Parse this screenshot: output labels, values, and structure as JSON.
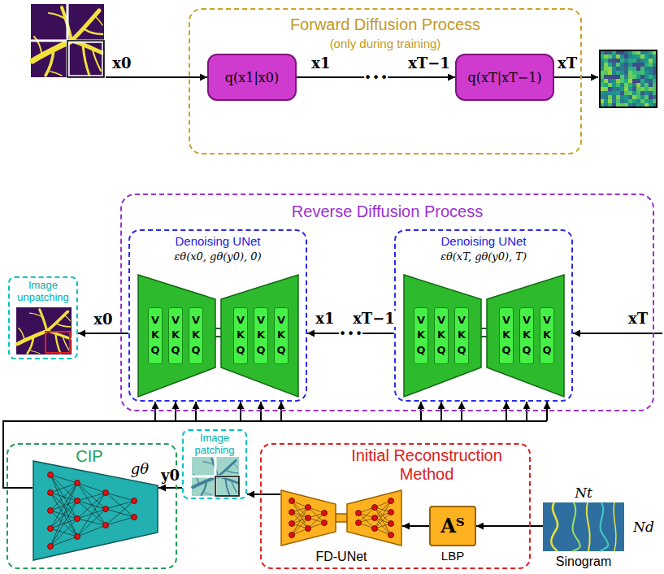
{
  "diagram": {
    "nodes": [
      {
        "text": [
          "Forward Diffusion Process",
          "(only during training)"
        ]
      },
      {
        "text": [
          "q(x1|x0)"
        ],
        "in": 0
      },
      {
        "text": [
          "q(xT|xT−1)"
        ],
        "in": 0
      },
      {
        "text": [
          "Reverse Diffusion Process"
        ]
      },
      {
        "text": [
          "Denoising UNet",
          "εθ(x0, gθ(y0), 0)"
        ],
        "in": 3
      },
      {
        "text": [
          "V K Q"
        ],
        "in": 4
      },
      {
        "text": [
          "V K Q"
        ],
        "in": 4
      },
      {
        "text": [
          "V K Q"
        ],
        "in": 4
      },
      {
        "text": [
          "V K Q"
        ],
        "in": 4
      },
      {
        "text": [
          "V K Q"
        ],
        "in": 4
      },
      {
        "text": [
          "V K Q"
        ],
        "in": 4
      },
      {
        "text": [
          "Denoising UNet",
          "εθ(xT, gθ(y0), T)"
        ],
        "in": 3
      },
      {
        "text": [
          "V K Q"
        ],
        "in": 11
      },
      {
        "text": [
          "V K Q"
        ],
        "in": 11
      },
      {
        "text": [
          "V K Q"
        ],
        "in": 11
      },
      {
        "text": [
          "V K Q"
        ],
        "in": 11
      },
      {
        "text": [
          "V K Q"
        ],
        "in": 11
      },
      {
        "text": [
          "V K Q"
        ],
        "in": 11
      },
      {
        "text": [
          "Image unpatching"
        ]
      },
      {
        "text": [
          "CIP"
        ]
      },
      {
        "text": [
          "gθ"
        ],
        "in": 19
      },
      {
        "text": [
          "Image patching"
        ]
      },
      {
        "text": [
          "Initial Reconstruction Method"
        ]
      },
      {
        "text": [
          "FD-UNet"
        ],
        "in": 22
      },
      {
        "text": [
          "Aᵀ",
          "LBP"
        ],
        "in": 22
      },
      {
        "text": [
          "Sinogram"
        ]
      }
    ],
    "edges": [
      {
        "from": 1,
        "to": 2,
        "arrow": "to",
        "label": "• • •"
      },
      {
        "from": 11,
        "to": 4,
        "arrow": "to",
        "label": "• • •"
      },
      {
        "from": 4,
        "to": 18,
        "arrow": "to",
        "label": "x0"
      },
      {
        "from": 25,
        "to": 24,
        "arrow": "to"
      },
      {
        "from": 24,
        "to": 23,
        "arrow": "to"
      },
      {
        "from": 23,
        "to": 21,
        "arrow": "to"
      },
      {
        "from": 21,
        "to": 20,
        "arrow": "to",
        "label": "y0"
      },
      {
        "from": 20,
        "to": 4,
        "arrow": "to"
      },
      {
        "from": 20,
        "to": 11,
        "arrow": "to"
      }
    ],
    "labels": [
      "x0",
      "x1",
      "xT−1",
      "xT",
      "xT",
      "xT−1",
      "x1",
      "Nt",
      "Nd"
    ]
  }
}
